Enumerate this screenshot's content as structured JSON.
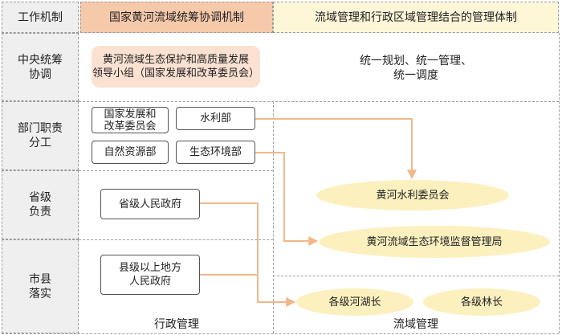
{
  "header": {
    "col1": "工作机制",
    "col2": "国家黄河流域统筹协调机制",
    "col3": "流域管理和行政区域管理结合的管理体制"
  },
  "rows": {
    "central": "中央统筹\n协调",
    "dept": "部门职责\n分工",
    "province": "省级\n负责",
    "city": "市县\n落实"
  },
  "central": {
    "leading_group": "黄河流域生态保护和高质量发展\n领导小组（国家发展和改革委员会）",
    "desc": "统一规划、统一管理、\n统一调度"
  },
  "departments": {
    "ndrc": "国家发展和\n改革委员会",
    "water": "水利部",
    "resources": "自然资源部",
    "ecology": "生态环境部"
  },
  "local": {
    "province_gov": "省级人民政府",
    "county_gov": "县级以上地方\n人民政府"
  },
  "basin": {
    "yrcc": "黄河水利委员会",
    "eco_bureau": "黄河流域生态环境监督管理局",
    "river_chief": "各级河湖长",
    "forest_chief": "各级林长"
  },
  "footer": {
    "admin": "行政管理",
    "basin": "流域管理"
  },
  "colors": {
    "header_orange": "#f6c9ab",
    "header_yellow": "#fdf7d8",
    "label_gray": "#efefef",
    "lead_box": "#fbe1d2",
    "ellipse": "#fcf0bf",
    "arrow": "#f2b889"
  }
}
